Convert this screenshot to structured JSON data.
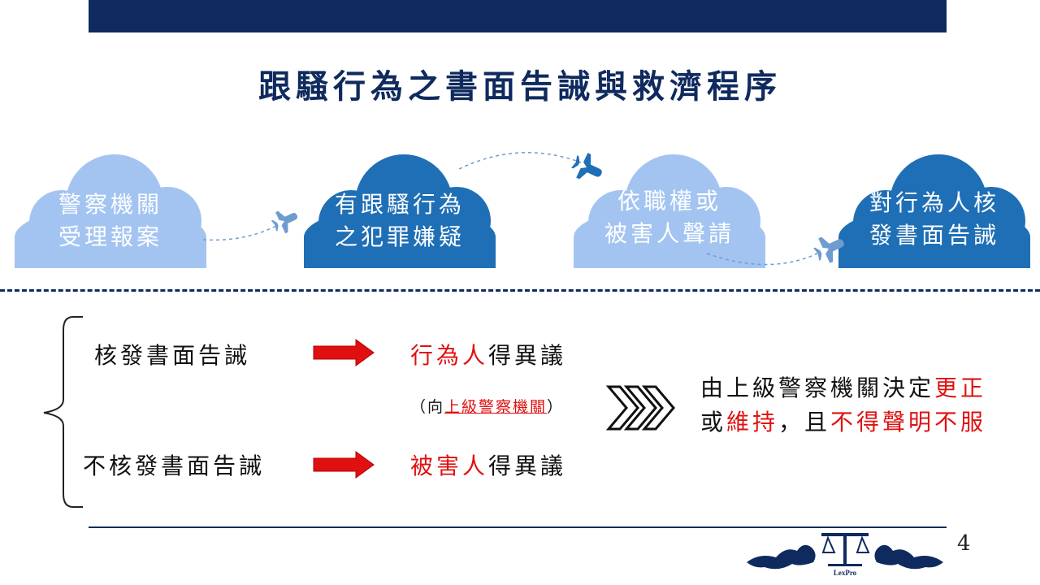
{
  "title": "跟騷行為之書面告誡與救濟程序",
  "flow": {
    "steps": [
      {
        "line1": "警察機關",
        "line2": "受理報案"
      },
      {
        "line1": "有跟騷行為",
        "line2": "之犯罪嫌疑"
      },
      {
        "line1": "依職權或",
        "line2": "被害人聲請"
      },
      {
        "line1": "對行為人核",
        "line2": "發書面告誡"
      }
    ],
    "colors": {
      "light_cloud": "#a3c4f1",
      "dark_cloud": "#1f6fb6",
      "plane": "#1f6fb6"
    }
  },
  "remedy": {
    "issued_label": "核發書面告誡",
    "not_issued_label": "不核發書面告誡",
    "issued_party": "行為人",
    "not_issued_party": "被害人",
    "objection_text": "得異議",
    "note_open": "（向",
    "note_target": "上級警察機關",
    "note_close": "）",
    "result_line1_prefix": "由上級警察機關決定",
    "result_line1_red": "更正",
    "result_line2_prefix": "或",
    "result_line2_red1": "維持",
    "result_line2_mid": "，且",
    "result_line2_red2": "不得聲明不服"
  },
  "footer": {
    "page_number": "4",
    "logo_text": "LexPro"
  },
  "colors": {
    "navy": "#0f2a5e",
    "red": "#e01010"
  }
}
